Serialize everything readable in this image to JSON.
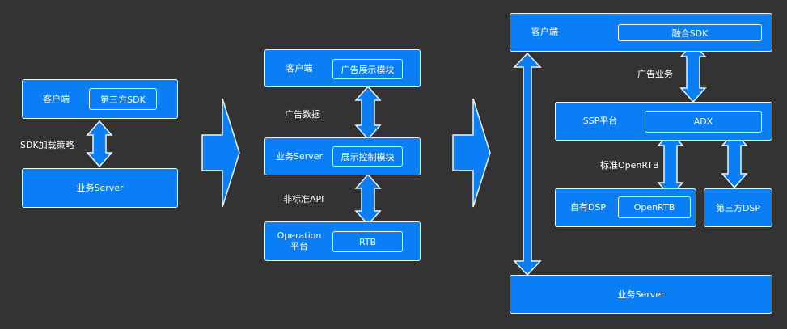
{
  "stage1": {
    "client": {
      "label": "客户端",
      "module": "第三方SDK"
    },
    "link_label": "SDK加载策略",
    "server": {
      "label": "业务Server"
    }
  },
  "stage2": {
    "client": {
      "label": "客户端",
      "module": "广告展示模块"
    },
    "link1_label": "广告数据",
    "server": {
      "label": "业务Server",
      "module": "展示控制模块"
    },
    "link2_label": "非标准API",
    "operation": {
      "label_line1": "Operation",
      "label_line2": "平台",
      "module": "RTB"
    }
  },
  "stage3": {
    "client": {
      "label": "客户端",
      "module": "融合SDK"
    },
    "link1_label": "广告业务",
    "ssp": {
      "label": "SSP平台",
      "module": "ADX"
    },
    "link2_label": "标准OpenRTB",
    "own_dsp": {
      "label": "自有DSP",
      "module": "OpenRTB"
    },
    "third_dsp": {
      "label": "第三方DSP"
    },
    "server": {
      "label": "业务Server"
    }
  },
  "colors": {
    "box": "#0a7ff5",
    "background": "#333333",
    "border": "#f2f2f2"
  }
}
